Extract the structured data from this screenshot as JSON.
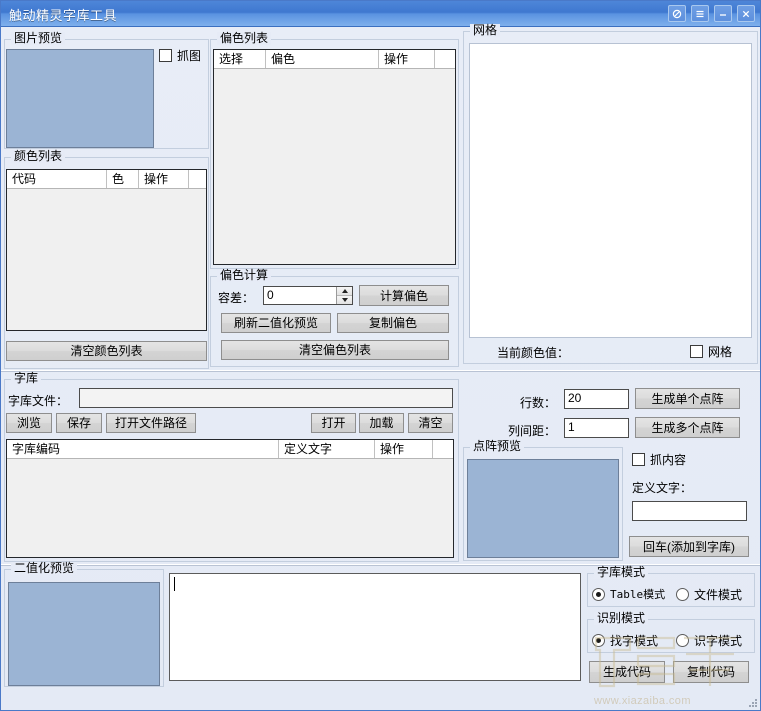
{
  "window": {
    "title": "触动精灵字库工具",
    "titlebar_buttons": [
      {
        "name": "help-icon",
        "glyph": "circle-slash"
      },
      {
        "name": "menu-icon",
        "glyph": "hamburger"
      },
      {
        "name": "minimize-icon",
        "glyph": "minus"
      },
      {
        "name": "close-icon",
        "glyph": "cross"
      }
    ],
    "accent_color": "#4e86d8",
    "background_color": "#e6ebf6"
  },
  "image_preview": {
    "group_label": "图片预览",
    "capture_checkbox": {
      "label": "抓图",
      "checked": false
    },
    "preview_color": "#9bb4d4"
  },
  "color_list": {
    "group_label": "颜色列表",
    "columns": [
      "代码",
      "色",
      "操作"
    ],
    "rows": [],
    "clear_button": "清空颜色列表"
  },
  "deviation_list": {
    "group_label": "偏色列表",
    "columns": [
      "选择",
      "偏色",
      "操作"
    ],
    "rows": []
  },
  "deviation_calc": {
    "group_label": "偏色计算",
    "tolerance_label": "容差：",
    "tolerance_value": "0",
    "calc_button": "计算偏色",
    "refresh_button": "刷新二值化预览",
    "copy_button": "复制偏色",
    "clear_button": "清空偏色列表"
  },
  "grid_panel": {
    "group_label": "网格",
    "current_color_label": "当前颜色值：",
    "current_color_value": "",
    "grid_checkbox": {
      "label": "网格",
      "checked": false
    }
  },
  "font_library": {
    "group_label": "字库",
    "file_label": "字库文件：",
    "file_value": "",
    "buttons_left": [
      "浏览",
      "保存",
      "打开文件路径"
    ],
    "buttons_right": [
      "打开",
      "加载",
      "清空"
    ],
    "columns": [
      "字库编码",
      "定义文字",
      "操作"
    ],
    "rows": []
  },
  "dot_matrix": {
    "rows_label": "行数：",
    "rows_value": "20",
    "col_spacing_label": "列间距：",
    "col_spacing_value": "1",
    "gen_single_button": "生成单个点阵",
    "gen_multi_button": "生成多个点阵",
    "preview_group_label": "点阵预览",
    "capture_content_checkbox": {
      "label": "抓内容",
      "checked": false
    },
    "define_text_label": "定义文字：",
    "define_text_value": "",
    "enter_button": "回车(添加到字库)"
  },
  "binary_preview": {
    "group_label": "二值化预览"
  },
  "code_output": {
    "value": ""
  },
  "library_mode": {
    "group_label": "字库模式",
    "options": [
      {
        "label": "Table模式",
        "selected": true
      },
      {
        "label": "文件模式",
        "selected": false
      }
    ]
  },
  "recognize_mode": {
    "group_label": "识别模式",
    "options": [
      {
        "label": "找字模式",
        "selected": true
      },
      {
        "label": "识字模式",
        "selected": false
      }
    ]
  },
  "code_actions": {
    "generate_button": "生成代码",
    "copy_button": "复制代码"
  },
  "watermark": {
    "url": "www.xiazaiba.com"
  }
}
